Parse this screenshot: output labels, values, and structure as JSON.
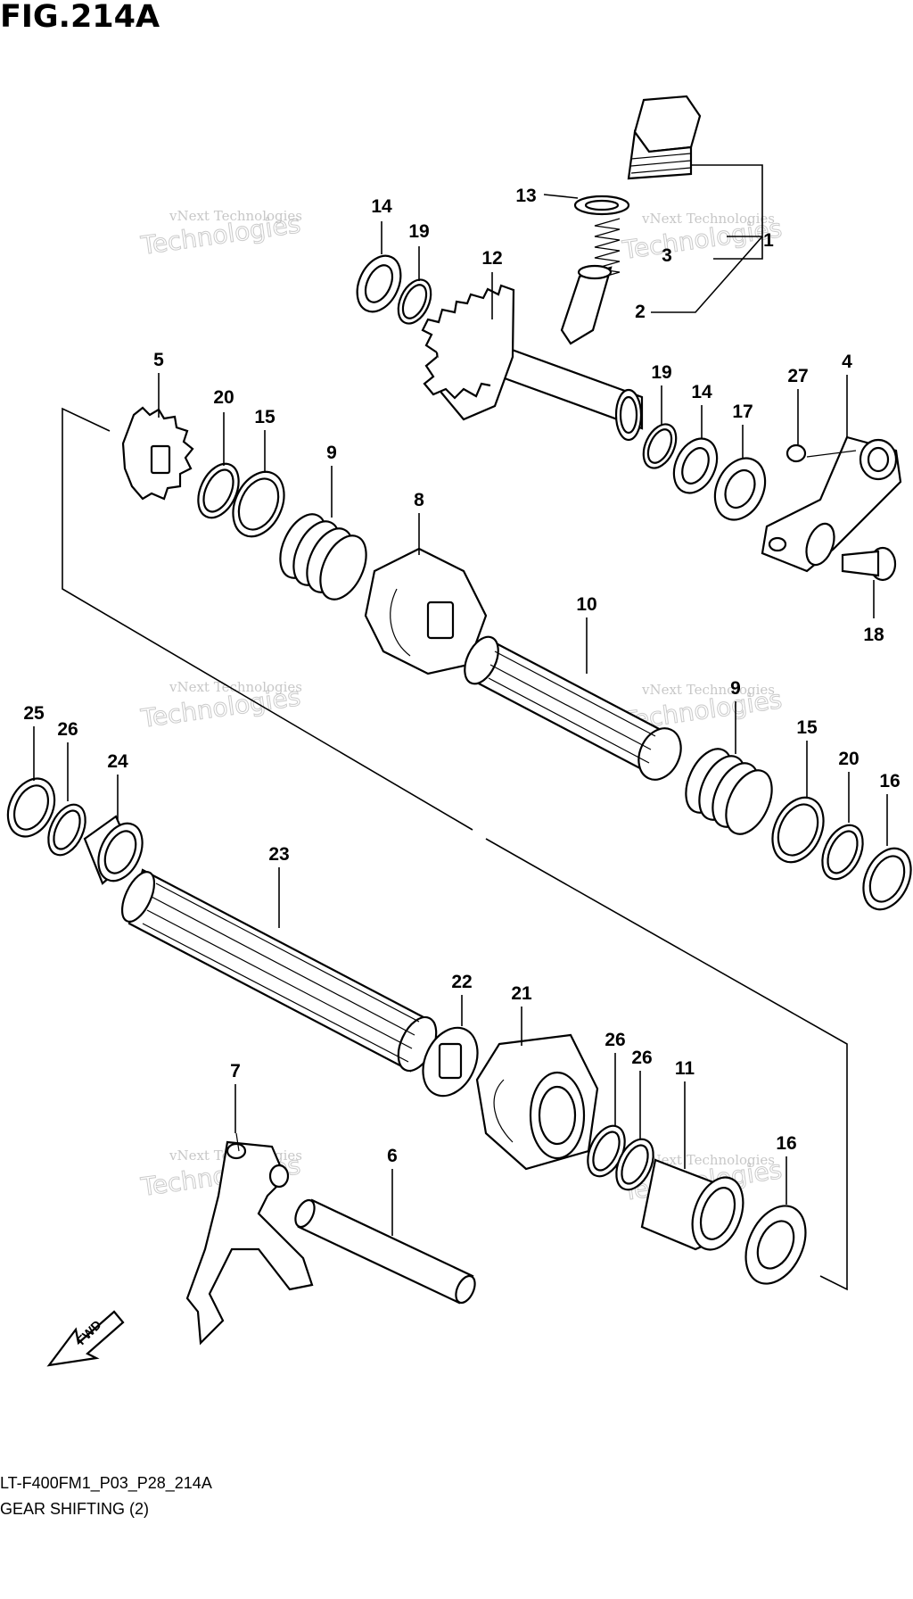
{
  "figure": {
    "title": "FIG.214A",
    "code": "LT-F400FM1_P03_P28_214A",
    "name": "GEAR SHIFTING (2)"
  },
  "watermark": {
    "line1": "vNext Technologies",
    "line2": "Technologies",
    "line3": "vNext"
  },
  "direction_label": "FWD",
  "callouts": [
    "1",
    "2",
    "3",
    "4",
    "5",
    "6",
    "7",
    "8",
    "9",
    "9",
    "10",
    "11",
    "12",
    "13",
    "14",
    "14",
    "15",
    "15",
    "16",
    "16",
    "17",
    "18",
    "19",
    "19",
    "20",
    "20",
    "21",
    "22",
    "23",
    "24",
    "25",
    "26",
    "26",
    "26",
    "27"
  ]
}
